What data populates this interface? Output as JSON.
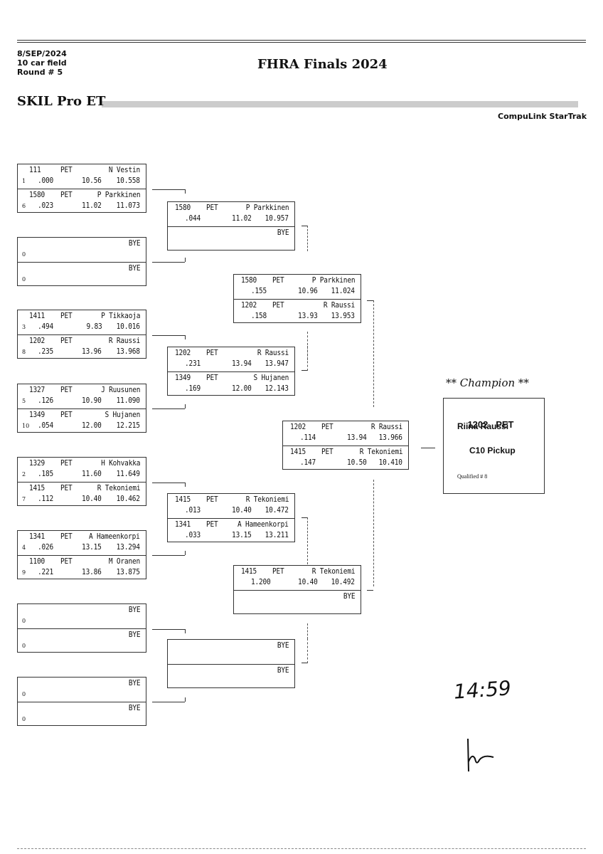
{
  "header": {
    "date": "8/SEP/2024",
    "field": "10 car field",
    "round": "Round # 5",
    "title": "FHRA Finals 2024",
    "class": "SKIL Pro ET",
    "software": "CompuLink StarTrak"
  },
  "round1": [
    {
      "top": {
        "car": "111",
        "country": "PET",
        "name": "N Vestin",
        "pos": "1",
        "rt": ".000",
        "dial": "10.56",
        "et": "10.558"
      },
      "bottom": {
        "car": "1580",
        "country": "PET",
        "name": "P Parkkinen",
        "pos": "6",
        "rt": ".023",
        "dial": "11.02",
        "et": "11.073"
      }
    },
    {
      "top": {
        "car": "",
        "country": "",
        "name": "BYE",
        "pos": "0",
        "rt": "",
        "dial": "",
        "et": ""
      },
      "bottom": {
        "car": "",
        "country": "",
        "name": "BYE",
        "pos": "0",
        "rt": "",
        "dial": "",
        "et": ""
      }
    },
    {
      "top": {
        "car": "1411",
        "country": "PET",
        "name": "P Tikkaoja",
        "pos": "3",
        "rt": ".494",
        "dial": "9.83",
        "et": "10.016"
      },
      "bottom": {
        "car": "1202",
        "country": "PET",
        "name": "R Raussi",
        "pos": "8",
        "rt": ".235",
        "dial": "13.96",
        "et": "13.968"
      }
    },
    {
      "top": {
        "car": "1327",
        "country": "PET",
        "name": "J Ruusunen",
        "pos": "5",
        "rt": ".126",
        "dial": "10.90",
        "et": "11.090"
      },
      "bottom": {
        "car": "1349",
        "country": "PET",
        "name": "S Hujanen",
        "pos": "10",
        "rt": ".054",
        "dial": "12.00",
        "et": "12.215"
      }
    },
    {
      "top": {
        "car": "1329",
        "country": "PET",
        "name": "H Kohvakka",
        "pos": "2",
        "rt": ".185",
        "dial": "11.60",
        "et": "11.649"
      },
      "bottom": {
        "car": "1415",
        "country": "PET",
        "name": "R Tekoniemi",
        "pos": "7",
        "rt": ".112",
        "dial": "10.40",
        "et": "10.462"
      }
    },
    {
      "top": {
        "car": "1341",
        "country": "PET",
        "name": "A Hameenkorpi",
        "pos": "4",
        "rt": ".026",
        "dial": "13.15",
        "et": "13.294"
      },
      "bottom": {
        "car": "1100",
        "country": "PET",
        "name": "M Oranen",
        "pos": "9",
        "rt": ".221",
        "dial": "13.86",
        "et": "13.875"
      }
    },
    {
      "top": {
        "car": "",
        "country": "",
        "name": "BYE",
        "pos": "0",
        "rt": "",
        "dial": "",
        "et": ""
      },
      "bottom": {
        "car": "",
        "country": "",
        "name": "BYE",
        "pos": "0",
        "rt": "",
        "dial": "",
        "et": ""
      }
    },
    {
      "top": {
        "car": "",
        "country": "",
        "name": "BYE",
        "pos": "0",
        "rt": "",
        "dial": "",
        "et": ""
      },
      "bottom": {
        "car": "",
        "country": "",
        "name": "BYE",
        "pos": "0",
        "rt": "",
        "dial": "",
        "et": ""
      }
    }
  ],
  "round2": [
    {
      "top": {
        "car": "1580",
        "country": "PET",
        "name": "P Parkkinen",
        "rt": ".044",
        "dial": "11.02",
        "et": "10.957"
      },
      "bottom": {
        "car": "",
        "country": "",
        "name": "BYE",
        "rt": "",
        "dial": "",
        "et": ""
      }
    },
    {
      "top": {
        "car": "1202",
        "country": "PET",
        "name": "R Raussi",
        "rt": ".231",
        "dial": "13.94",
        "et": "13.947"
      },
      "bottom": {
        "car": "1349",
        "country": "PET",
        "name": "S Hujanen",
        "rt": ".169",
        "dial": "12.00",
        "et": "12.143"
      }
    },
    {
      "top": {
        "car": "1415",
        "country": "PET",
        "name": "R Tekoniemi",
        "rt": ".013",
        "dial": "10.40",
        "et": "10.472"
      },
      "bottom": {
        "car": "1341",
        "country": "PET",
        "name": "A Hameenkorpi",
        "rt": ".033",
        "dial": "13.15",
        "et": "13.211"
      }
    },
    {
      "top": {
        "car": "",
        "country": "",
        "name": "BYE",
        "rt": "",
        "dial": "",
        "et": ""
      },
      "bottom": {
        "car": "",
        "country": "",
        "name": "BYE",
        "rt": "",
        "dial": "",
        "et": ""
      }
    }
  ],
  "round3": [
    {
      "top": {
        "car": "1580",
        "country": "PET",
        "name": "P Parkkinen",
        "rt": ".155",
        "dial": "10.96",
        "et": "11.024"
      },
      "bottom": {
        "car": "1202",
        "country": "PET",
        "name": "R Raussi",
        "rt": ".158",
        "dial": "13.93",
        "et": "13.953"
      }
    },
    {
      "top": {
        "car": "1415",
        "country": "PET",
        "name": "R Tekoniemi",
        "rt": "1.200",
        "dial": "10.40",
        "et": "10.492"
      },
      "bottom": {
        "car": "",
        "country": "",
        "name": "BYE",
        "rt": "",
        "dial": "",
        "et": ""
      }
    }
  ],
  "final": {
    "top": {
      "car": "1202",
      "country": "PET",
      "name": "R Raussi",
      "rt": ".114",
      "dial": "13.94",
      "et": "13.966"
    },
    "bottom": {
      "car": "1415",
      "country": "PET",
      "name": "R Tekoniemi",
      "rt": ".147",
      "dial": "10.50",
      "et": "10.410"
    }
  },
  "champion": {
    "title": "** Champion **",
    "car": "1202",
    "country": "PET",
    "name": "Riina Raussi",
    "vehicle": "C10 Pickup",
    "qualified": "Qualified # 8"
  },
  "handwriting": {
    "time": "14:59"
  }
}
